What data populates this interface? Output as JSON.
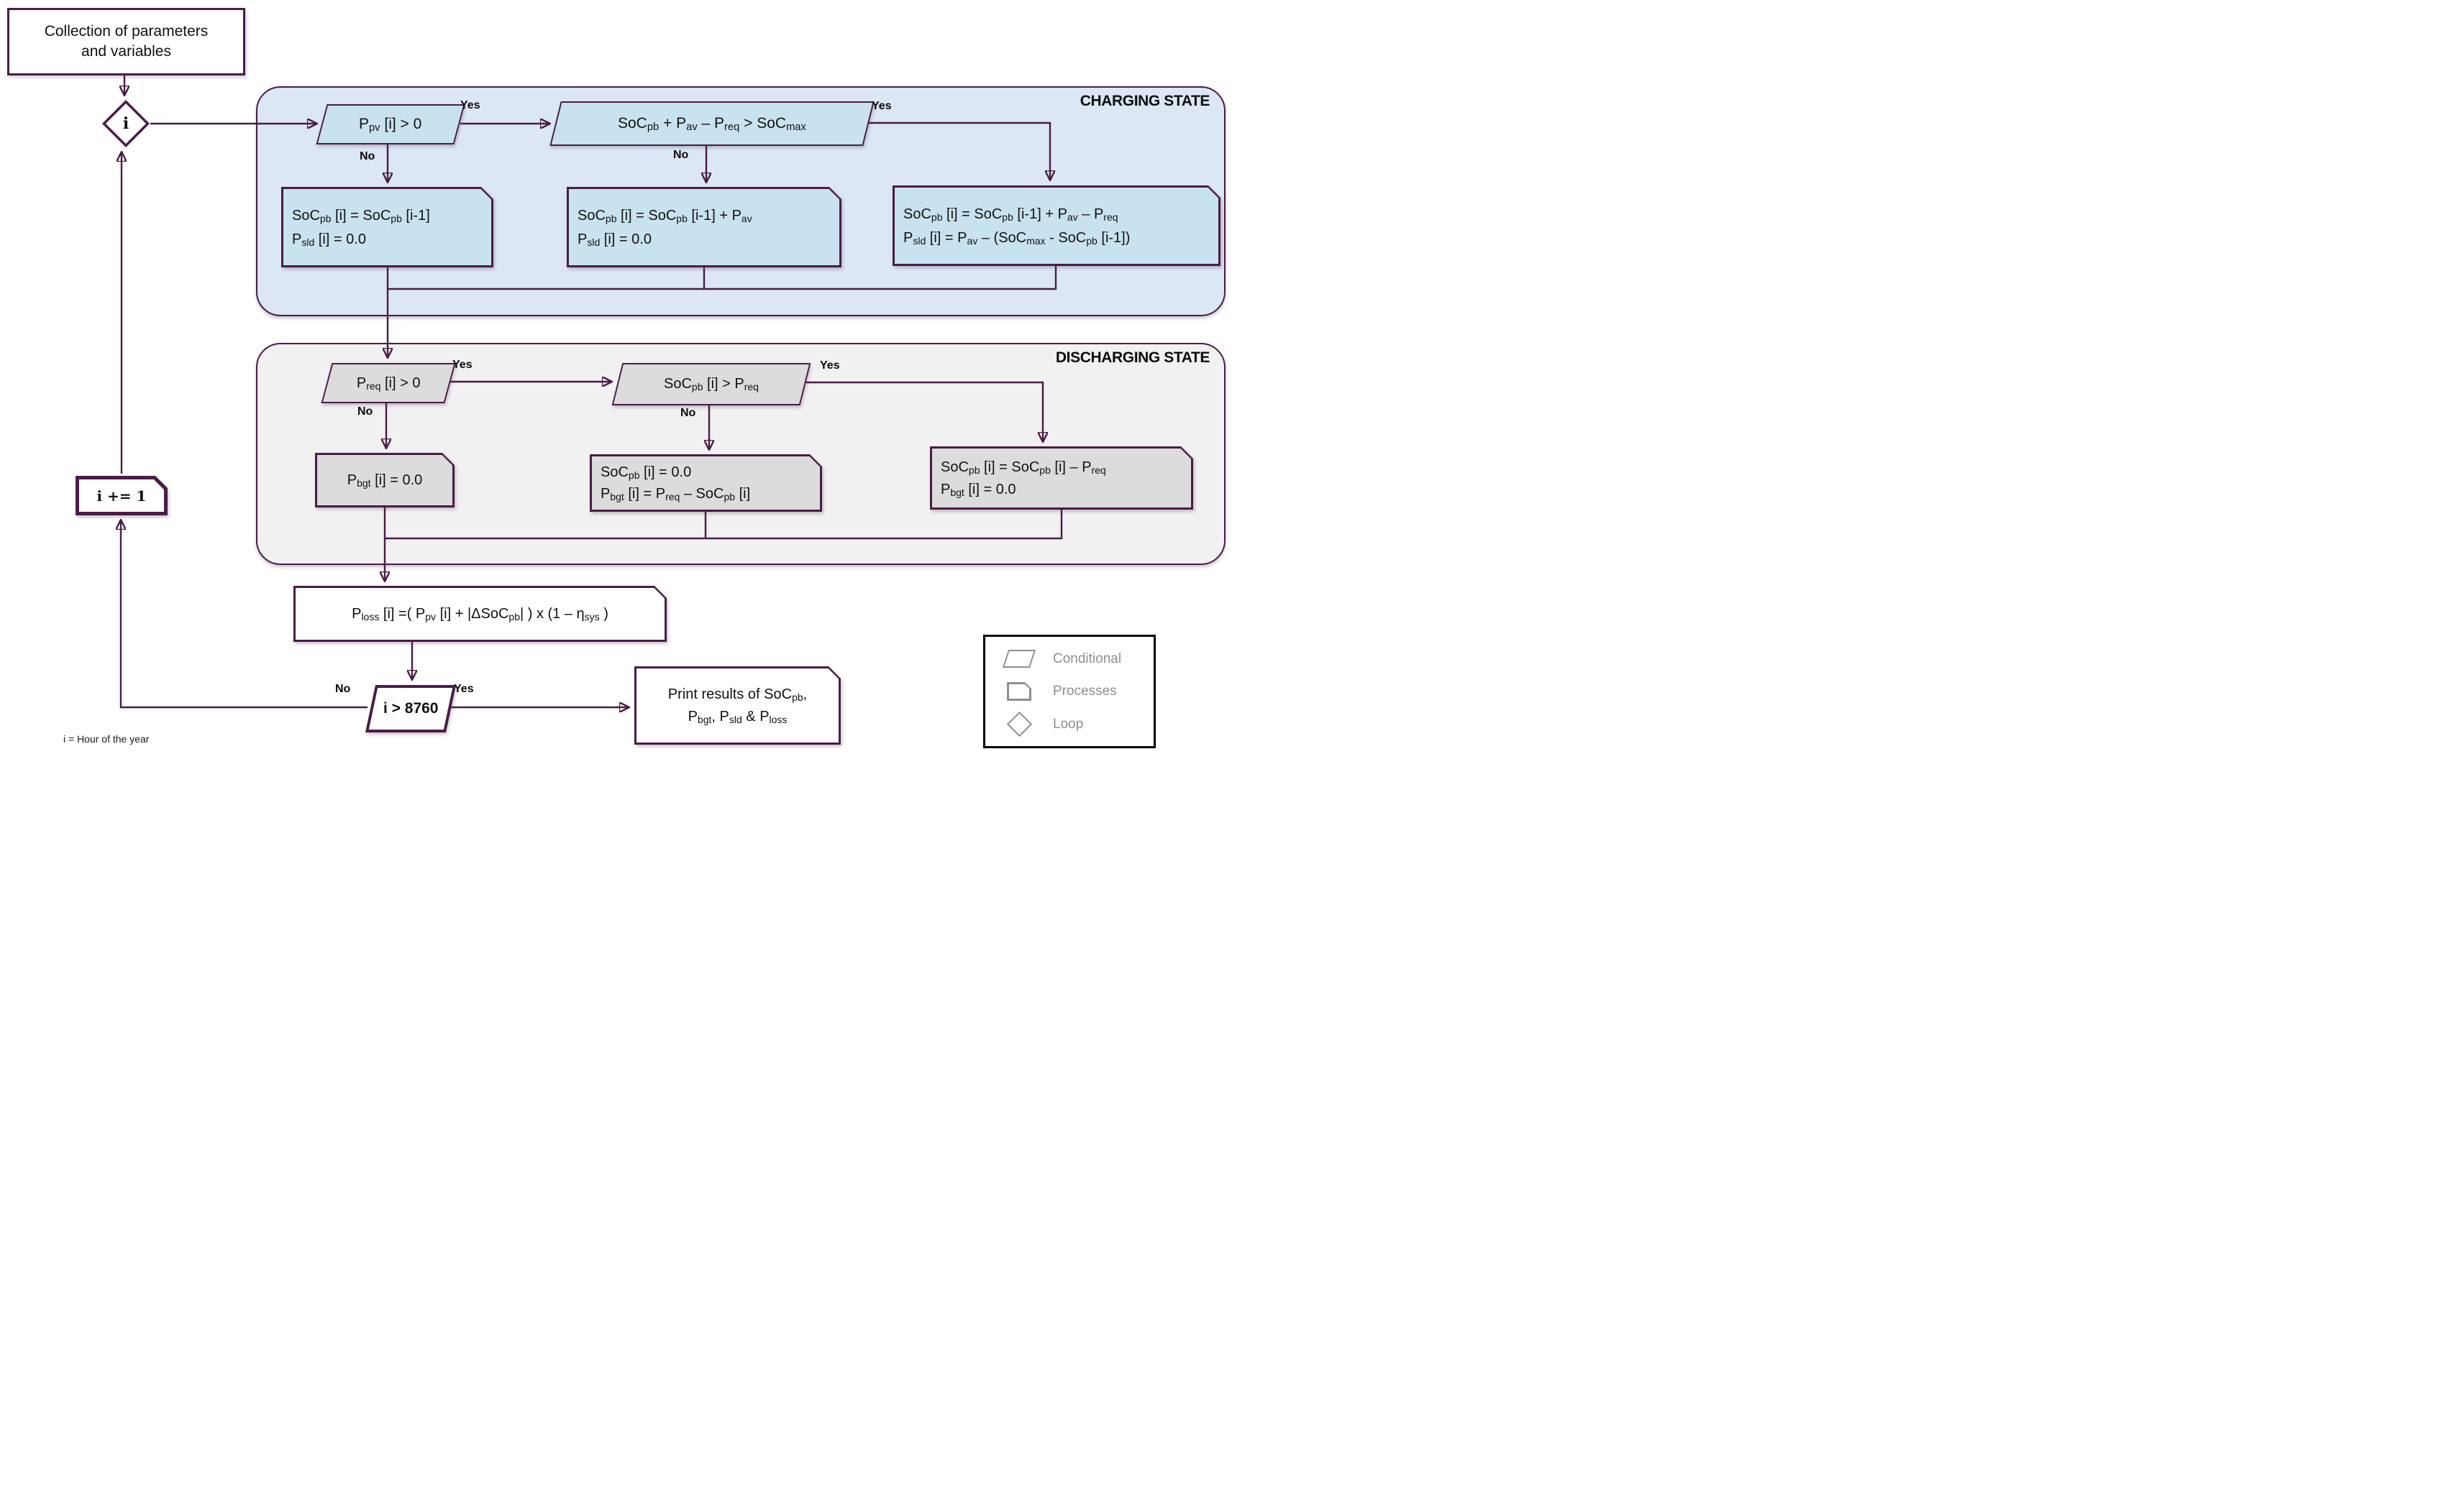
{
  "colors": {
    "purple": "#4a1c46",
    "charging_bg": "#dce7f5",
    "charging_box": "#c9e2f0",
    "discharging_bg": "#f1f1f1",
    "discharging_box": "#dcdcdc",
    "legend_border": "#000000",
    "legend_gray": "#8f8f8f"
  },
  "labels": {
    "yes": "Yes",
    "no": "No"
  },
  "start": {
    "lines": [
      "Collection of parameters",
      "and variables"
    ]
  },
  "loop": {
    "symbol": "i",
    "increment": "i += 1",
    "exit_condition": "i > 8760",
    "note": "i = Hour of the year"
  },
  "charging": {
    "title": "CHARGING STATE",
    "cond1": "P_{pv} [i] > 0",
    "cond2": "SoC_{pb} + P_{av} – P_{req} > SoC_{max}",
    "box_no1": {
      "lines": [
        "SoC_{pb} [i] = SoC_{pb} [i-1]",
        "P_{sld} [i] = 0.0"
      ]
    },
    "box_no2": {
      "lines": [
        "SoC_{pb} [i] = SoC_{pb} [i-1] + P_{av}",
        "P_{sld} [i] = 0.0"
      ]
    },
    "box_yes2": {
      "lines": [
        "SoC_{pb} [i] = SoC_{pb} [i-1] + P_{av} – P_{req}",
        "P_{sld} [i] = P_{av} – (SoC_{max} - SoC_{pb} [i-1])"
      ]
    }
  },
  "discharging": {
    "title": "DISCHARGING STATE",
    "cond1": "P_{req} [i] > 0",
    "cond2": "SoC_{pb} [i] > P_{req}",
    "box_no1": {
      "lines": [
        "P_{bgt} [i] = 0.0"
      ]
    },
    "box_no2": {
      "lines": [
        "SoC_{pb} [i] = 0.0",
        "P_{bgt} [i] = P_{req} – SoC_{pb} [i]"
      ]
    },
    "box_yes2": {
      "lines": [
        "SoC_{pb} [i] = SoC_{pb} [i] – P_{req}",
        "P_{bgt} [i] = 0.0"
      ]
    }
  },
  "loss": {
    "formula": "P_{loss} [i] =( P_{pv} [i] + |ΔSoC_{pb}| ) x (1 – η_{sys} )"
  },
  "output": {
    "lines": [
      "Print results of SoC_{pb},",
      "P_{bgt}, P_{sld} & P_{loss}"
    ]
  },
  "legend": {
    "items": [
      {
        "shape": "parallelogram",
        "label": "Conditional"
      },
      {
        "shape": "process",
        "label": "Processes"
      },
      {
        "shape": "diamond",
        "label": "Loop"
      }
    ]
  }
}
